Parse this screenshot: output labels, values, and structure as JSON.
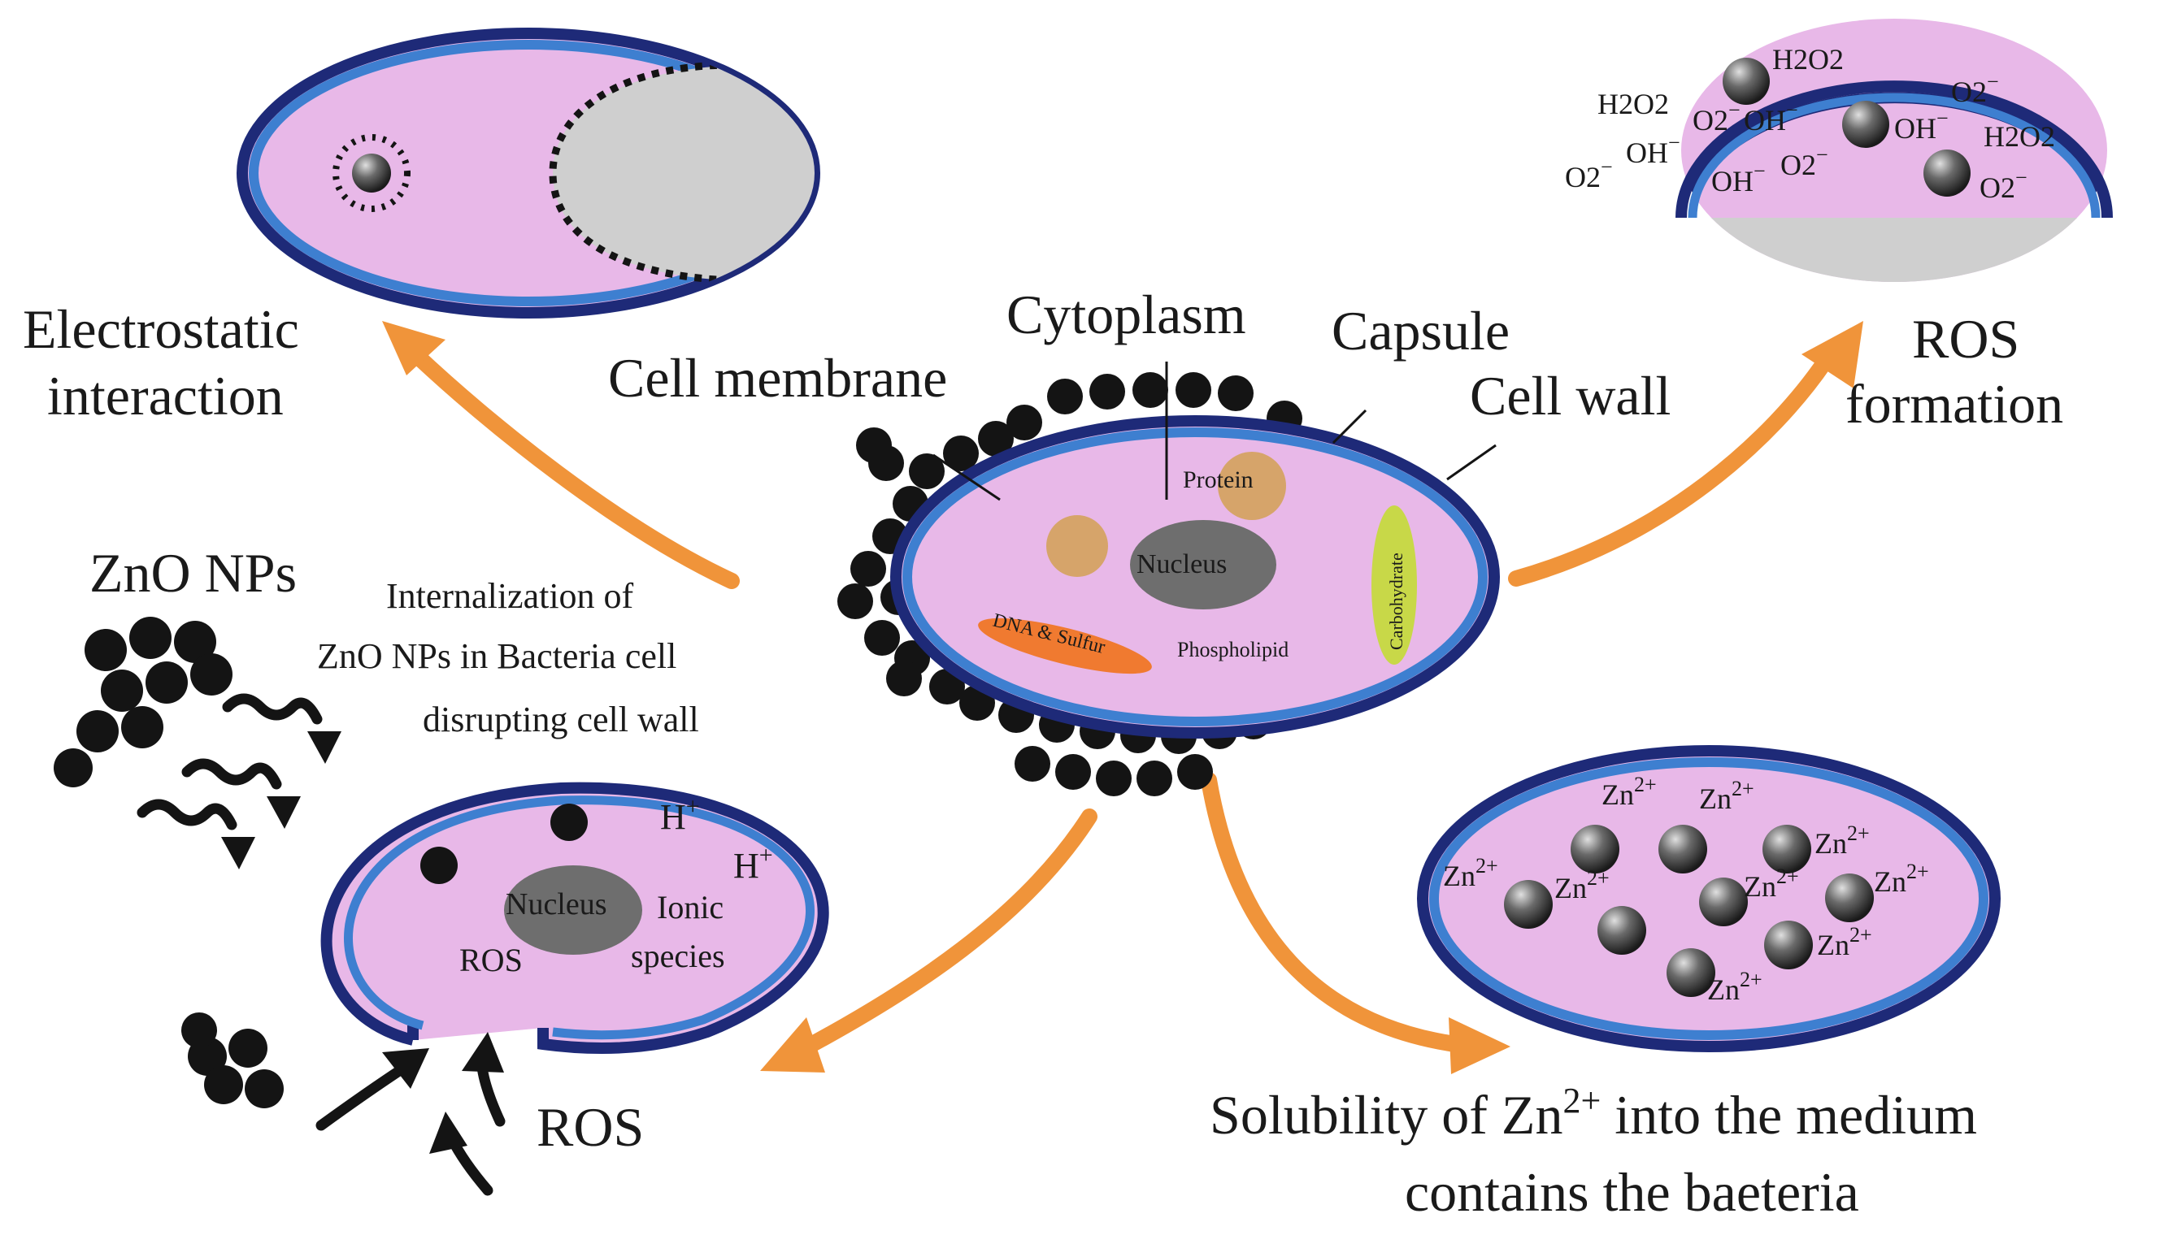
{
  "colors": {
    "cytoplasm": "#E8B8E8",
    "outer_wall": "#1E2A78",
    "inner_wall": "#3E7FD0",
    "arrow": "#F0943A",
    "particle": "#141414",
    "nucleus": "#6E6E6E",
    "protein": "#D6A46A",
    "dna": "#F07A30",
    "carbohydrate": "#C8D848",
    "vacuole": "#CFCFCF"
  },
  "labels": {
    "electrostatic_1": "Electrostatic",
    "electrostatic_2": "interaction",
    "ros_formation_1": "ROS",
    "ros_formation_2": "formation",
    "cytoplasm": "Cytoplasm",
    "capsule": "Capsule",
    "cell_membrane": "Cell membrane",
    "cell_wall": "Cell wall",
    "zno_nps": "ZnO NPs",
    "internalization_1": "Internalization of",
    "internalization_2": "ZnO NPs in Bacteria cell",
    "internalization_3": "disrupting cell wall",
    "ros_bottom": "ROS",
    "solubility_prefix": "Solubility of Zn",
    "solubility_sup": "2+",
    "solubility_suffix": " into the medium",
    "solubility_2": "contains the baeteria"
  },
  "center_cell": {
    "protein": "Protein",
    "nucleus": "Nucleus",
    "dna": "DNA & Sulfur",
    "phospholipid": "Phospholipid",
    "carbohydrate": "Carbohydrate"
  },
  "bottom_left_cell": {
    "h_plus": "H",
    "plus_sup": "+",
    "nucleus": "Nucleus",
    "ionic_1": "Ionic",
    "ionic_2": "species",
    "ros": "ROS"
  },
  "ros_cell": {
    "h2o2": "H2O2",
    "oh": "OH",
    "o2": "O2",
    "minus": "−"
  },
  "zn_cell": {
    "zn": "Zn",
    "zn_sup": "2+"
  }
}
